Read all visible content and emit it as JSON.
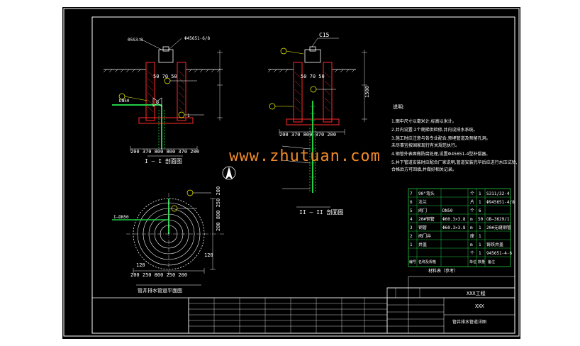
{
  "watermark": "www.zhutuan.com",
  "section1": {
    "title": "I — I 剖面图",
    "dim_top": "50 70 50",
    "dim_bottom": "200 370 800 800 370 200",
    "label_dn50": "DN50",
    "label_steel": "Φ45651-6/8",
    "label_ref": "05S3—8",
    "label_right": "1"
  },
  "section2": {
    "title": "II — II 剖面图",
    "label_c15": "C15",
    "dim_top": "50 70 50",
    "dim_bottom": "200 370 800 370 200",
    "dim_side": "1500"
  },
  "plan": {
    "title": "管井排水管道平面图",
    "label_dn50": "I—DN50",
    "dim_left": "120",
    "dim_bottom": "200 250 800 250 200",
    "dim_right": "200 800 250 200",
    "dim_right2": "120"
  },
  "notes": {
    "title": "说明:",
    "lines": [
      "1.图中尺寸以毫米计,标高以米计。",
      "2.井内设置:2个爬梯供检修,井内设排水系统。",
      "3.施工时应注意与各专业配合,预埋管道及预留孔洞。",
      "  未尽事宜按国家现行有关规范执行。",
      "4.钢管外表面做防腐处理,设置Φ45651-4型补偿器。",
      "5.井下管道安装时应配合厂家说明,管道安装完毕后应进行水压试验,",
      "  合格后方可回填,并做好相关记录。"
    ]
  },
  "parts_table": {
    "rows": [
      {
        "no": "7",
        "name": "90°弯头",
        "spec": "",
        "unit": "个",
        "qty": "1",
        "note": "S311/32-4"
      },
      {
        "no": "6",
        "name": "法兰",
        "spec": "",
        "unit": "片",
        "qty": "1",
        "note": "Φ945651-4/8"
      },
      {
        "no": "5",
        "name": "阀门",
        "spec": "DN50",
        "unit": "个",
        "qty": "6",
        "note": ""
      },
      {
        "no": "4",
        "name": "20#钢管",
        "spec": "Φ60.3×3.8",
        "unit": "m",
        "qty": "50",
        "note": "GB—3629/1"
      },
      {
        "no": "3",
        "name": "钢管",
        "spec": "Φ60.3×3.8",
        "unit": "m",
        "qty": "1",
        "note": "20#无缝钢管"
      },
      {
        "no": "2",
        "name": "阀门井",
        "spec": "",
        "unit": "座",
        "qty": "1",
        "note": ""
      },
      {
        "no": "1",
        "name": "井盖",
        "spec": "",
        "unit": "m",
        "qty": "1",
        "note": "铸铁井盖"
      },
      {
        "no": "",
        "name": "",
        "spec": "",
        "unit": "个",
        "qty": "1",
        "note": "945651-4-6"
      }
    ],
    "header": [
      "编号",
      "名称及规格",
      "",
      "单位",
      "数量",
      "备注"
    ],
    "caption": "材料表（参考）"
  },
  "title_block": {
    "company": "XXX工程",
    "project": "XXX",
    "drawing": "管井排水管道详图"
  },
  "colors": {
    "background": "#000000",
    "frame": "#ffffff",
    "concrete": "#ff2a2a",
    "pipe": "#22cc44",
    "leader": "#ffff00",
    "dim": "#e8e8e8",
    "table_green": "#22cc44"
  }
}
